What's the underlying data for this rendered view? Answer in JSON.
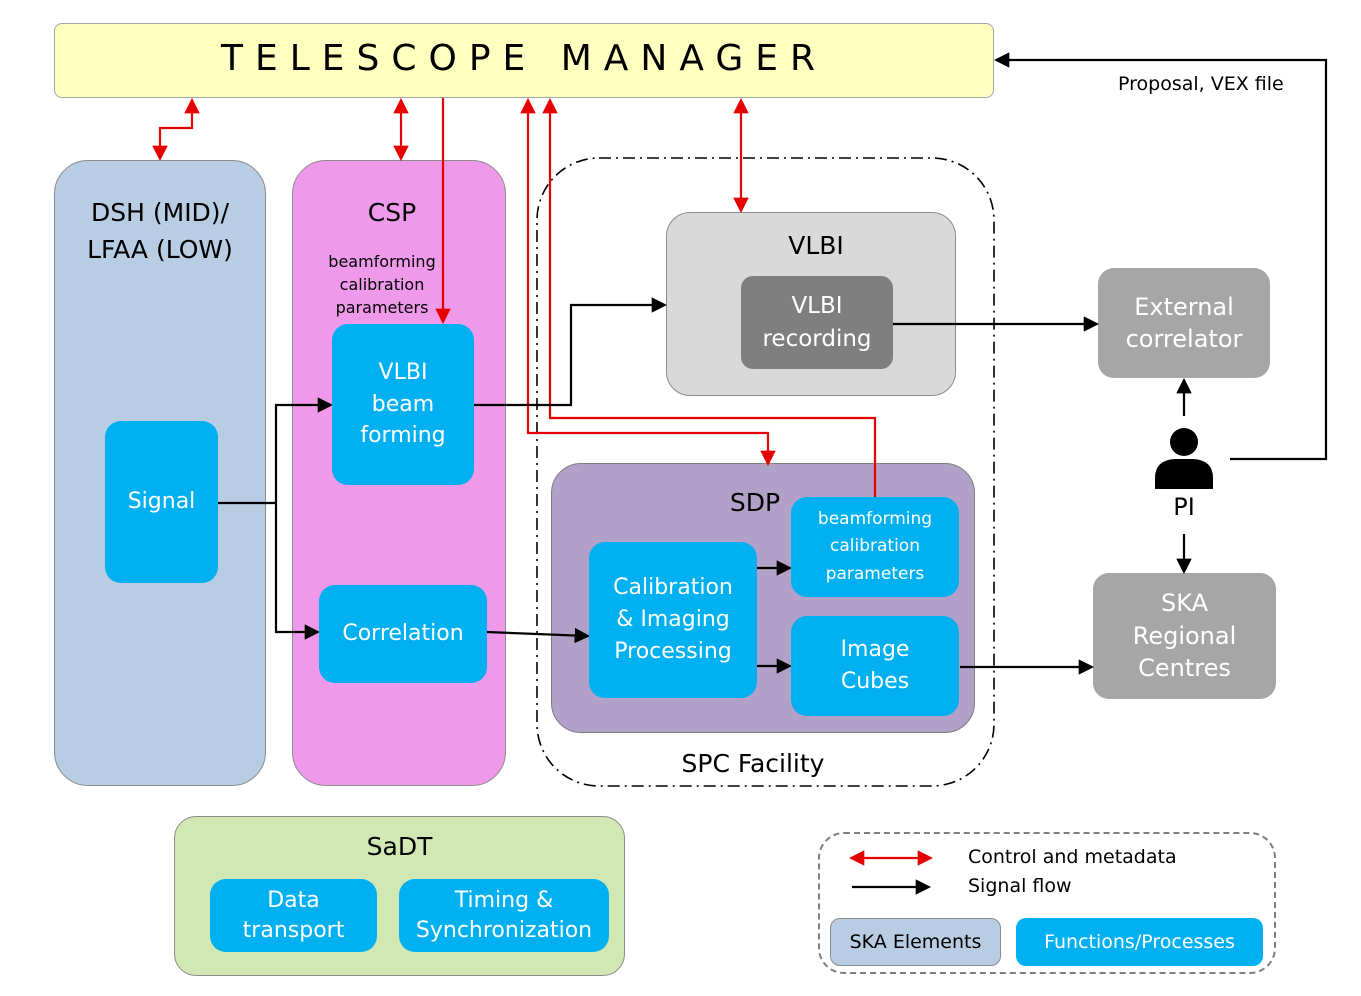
{
  "telescope_manager": {
    "title": "TELESCOPE MANAGER"
  },
  "proposal_label": "Proposal, VEX file",
  "dsh": {
    "title_line1": "DSH (MID)/",
    "title_line2": "LFAA (LOW)",
    "signal": "Signal"
  },
  "csp": {
    "title": "CSP",
    "note_line1": "beamforming",
    "note_line2": "calibration",
    "note_line3": "parameters",
    "vlbi_bf_line1": "VLBI",
    "vlbi_bf_line2": "beam",
    "vlbi_bf_line3": "forming",
    "correlation": "Correlation"
  },
  "vlbi": {
    "title": "VLBI",
    "rec_line1": "VLBI",
    "rec_line2": "recording"
  },
  "sdp": {
    "title": "SDP",
    "cip_line1": "Calibration",
    "cip_line2": "& Imaging",
    "cip_line3": "Processing",
    "bcp_line1": "beamforming",
    "bcp_line2": "calibration",
    "bcp_line3": "parameters",
    "cubes_line1": "Image",
    "cubes_line2": "Cubes"
  },
  "spc_facility": "SPC Facility",
  "external_correlator": {
    "line1": "External",
    "line2": "correlator"
  },
  "pi_label": "PI",
  "src": {
    "line1": "SKA",
    "line2": "Regional",
    "line3": "Centres"
  },
  "sadt": {
    "title": "SaDT",
    "data_line1": "Data",
    "data_line2": "transport",
    "timing_line1": "Timing &",
    "timing_line2": "Synchronization"
  },
  "legend": {
    "control": "Control and metadata",
    "signal": "Signal flow",
    "elements": "SKA Elements",
    "functions": "Functions/Processes"
  },
  "colors": {
    "telescope_manager": "#ffffc0",
    "dsh": "#b8cce4",
    "csp": "#ee99ea",
    "vlbi": "#d9d9d9",
    "vlbi_recording": "#7f7f7f",
    "sdp": "#b1a0c7",
    "external": "#a6a6a6",
    "sadt": "#d2e8b4",
    "function": "#00b0f0",
    "control_arrow": "#e60000",
    "signal_arrow": "#000000"
  }
}
